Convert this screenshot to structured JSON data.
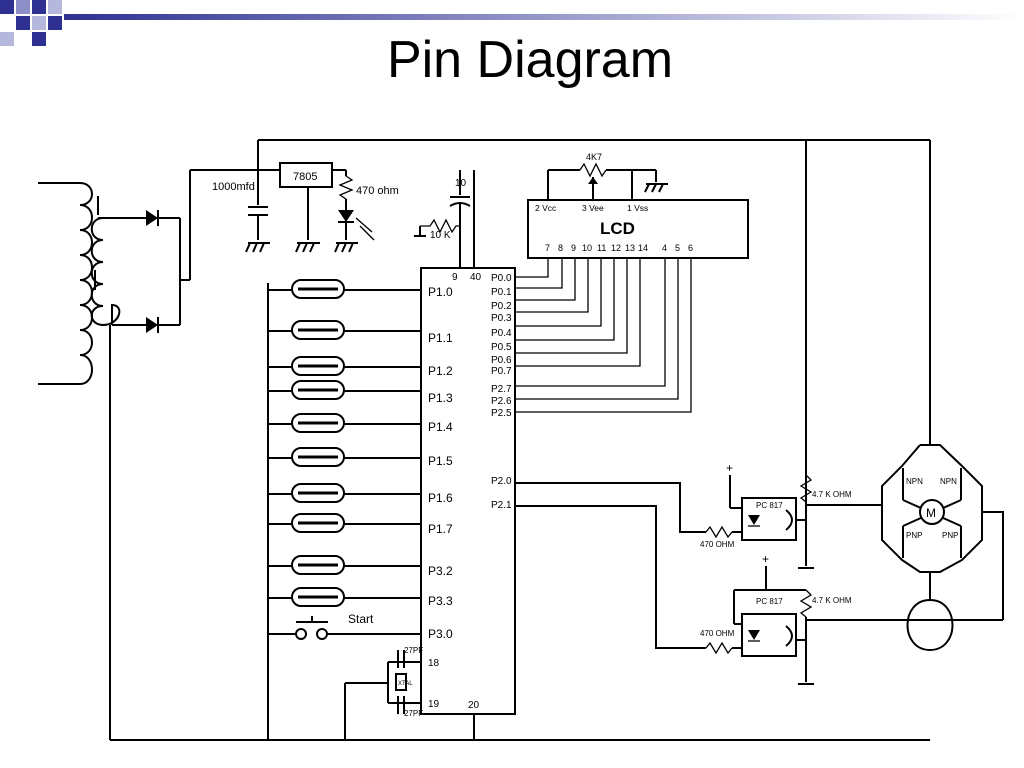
{
  "slide": {
    "title": "Pin Diagram",
    "accent": "#2e3192"
  },
  "power": {
    "capacitor": "1000mfd",
    "regulator": "7805",
    "led_resistor": "470 ohm",
    "decoupling_cap": "10",
    "reset_resistor": "10 K",
    "pot": "4K7"
  },
  "lcd": {
    "label": "LCD",
    "top_pins": [
      "2 Vcc",
      "3 Vee",
      "1 Vss"
    ],
    "bottom_pins": [
      "7",
      "8",
      "9",
      "10",
      "11",
      "12",
      "13",
      "14",
      "4",
      "5",
      "6"
    ]
  },
  "mcu": {
    "pin_9": "9",
    "pin_40": "40",
    "pin_18": "18",
    "pin_19": "19",
    "pin_20": "20",
    "right_pins": [
      "P0.0",
      "P0.1",
      "P0.2",
      "P0.3",
      "P0.4",
      "P0.5",
      "P0.6",
      "P0.7",
      "P2.7",
      "P2.6",
      "P2.5",
      "P2.0",
      "P2.1"
    ],
    "left_pins": [
      "P1.0",
      "P1.1",
      "P1.2",
      "P1.3",
      "P1.4",
      "P1.5",
      "P1.6",
      "P1.7",
      "P3.2",
      "P3.3",
      "P3.0"
    ]
  },
  "start_button": "Start",
  "crystal": {
    "cap1": "27PF",
    "xtal": "XTAL",
    "cap2": "27PF"
  },
  "driver": {
    "opto1": "PC 817",
    "opto2": "PC 817",
    "res_470_1": "470 OHM",
    "res_470_2": "470 OHM",
    "res_4k7_1": "4.7 K OHM",
    "res_4k7_2": "4.7 K OHM",
    "plus_1": "+",
    "plus_2": "+",
    "npn_left": "NPN",
    "npn_right": "NPN",
    "pnp_left": "PNP",
    "pnp_right": "PNP",
    "motor": "M"
  }
}
